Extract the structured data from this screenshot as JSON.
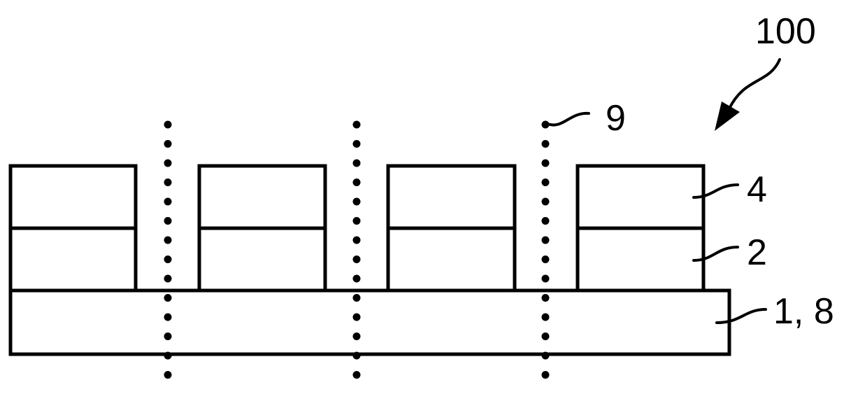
{
  "figure": {
    "reference_numerals": {
      "device": "100",
      "separation_lines": "9",
      "top_layer": "4",
      "middle_layer": "2",
      "substrate": "1, 8"
    },
    "stack_count": 4,
    "separation_line_count": 3,
    "colors": {
      "ink": "#000000",
      "background": "#ffffff"
    }
  }
}
